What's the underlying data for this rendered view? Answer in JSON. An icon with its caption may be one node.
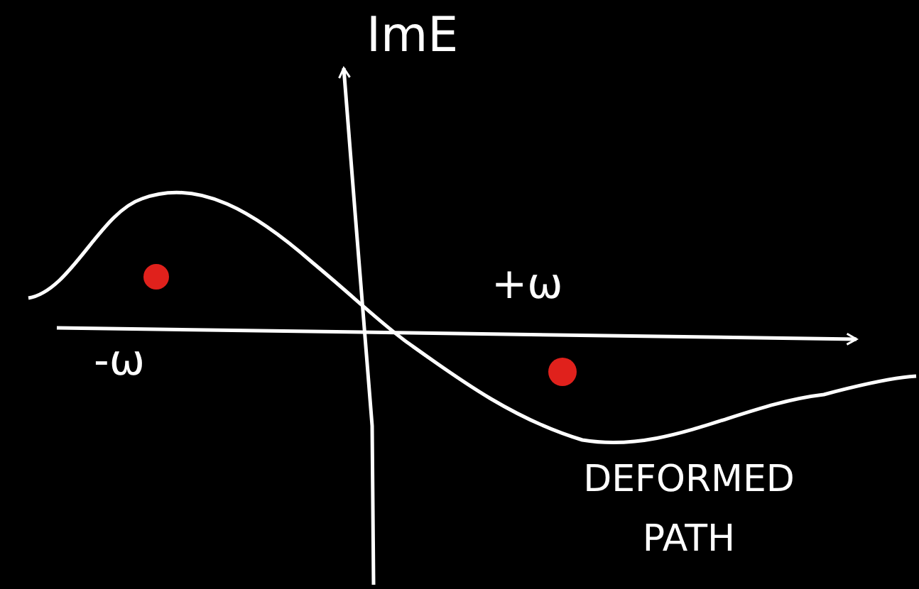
{
  "diagram": {
    "labels": [
      "ImE",
      "+ω",
      "-ω",
      "DEFORMED PATH"
    ]
  }
}
